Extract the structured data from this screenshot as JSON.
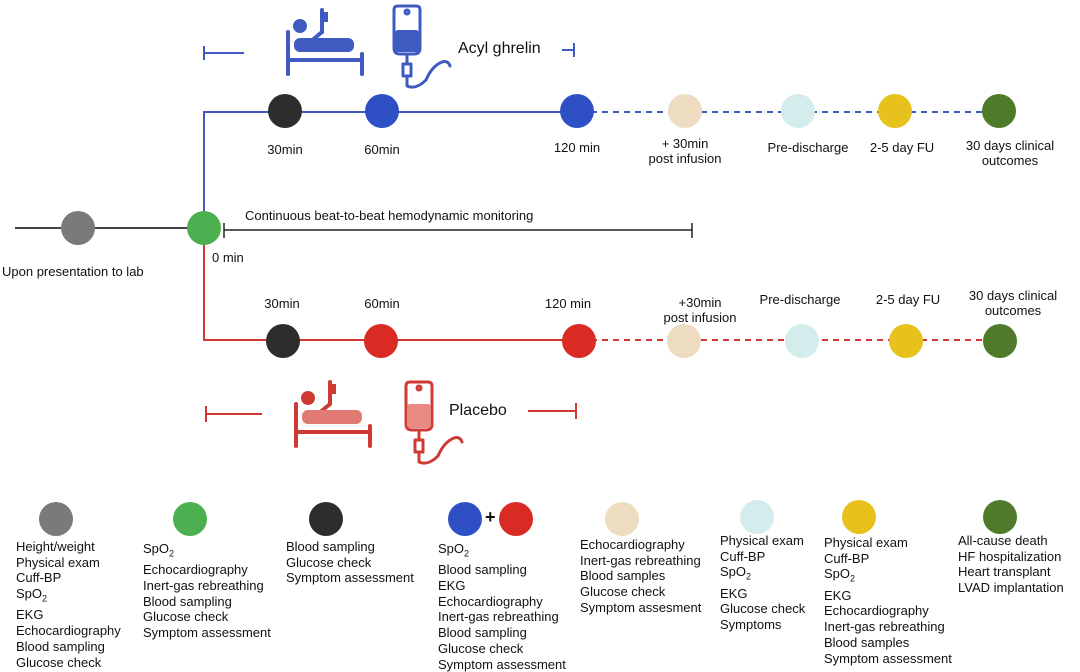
{
  "colors": {
    "gray": "#7a7a7a",
    "green": "#4caf50",
    "black": "#2d2d2d",
    "blue": "#2f4fc4",
    "red": "#d92b23",
    "beige": "#eddcc0",
    "lightblue": "#d4ecec",
    "yellow": "#e7c21c",
    "olive": "#4e7a2a",
    "bluearm": "#3f5bc2",
    "redarm": "#cf3b34"
  },
  "top_arm": {
    "label": "Acyl ghrelin",
    "timepoints": [
      "30min",
      "60min",
      "120 min"
    ],
    "post_infusion": "+ 30min\npost infusion",
    "pre_discharge": "Pre-discharge",
    "fu": "2-5 day FU",
    "outcomes": "30 days clinical\noutcomes"
  },
  "bottom_arm": {
    "label": "Placebo",
    "timepoints": [
      "30min",
      "60min",
      "120 min"
    ],
    "post_infusion": "+30min\npost infusion",
    "pre_discharge": "Pre-discharge",
    "fu": "2-5 day FU",
    "outcomes": "30 days clinical\noutcomes"
  },
  "baseline": {
    "presentation": "Upon presentation to lab",
    "zero": "0 min",
    "monitoring": "Continuous beat-to-beat hemodynamic monitoring"
  },
  "legend": {
    "plus": "+",
    "gray": [
      "Height/weight",
      "Physical exam",
      "Cuff-BP",
      "SpO2",
      "EKG",
      "Echocardiography",
      "Blood sampling",
      "Glucose check"
    ],
    "green": [
      "SpO2",
      "Echocardiography",
      "Inert-gas rebreathing",
      "Blood sampling",
      "Glucose check",
      "Symptom assessment"
    ],
    "black": [
      "Blood sampling",
      "Glucose check",
      "Symptom assessment"
    ],
    "bluered": [
      "SpO2",
      "Blood sampling",
      "EKG",
      "Echocardiography",
      "Inert-gas rebreathing",
      "Blood sampling",
      "Glucose check",
      "Symptom assessment"
    ],
    "beige": [
      "Echocardiography",
      "Inert-gas rebreathing",
      "Blood samples",
      "Glucose check",
      "Symptom assesment"
    ],
    "lightblue": [
      "Physical exam",
      "Cuff-BP",
      "SpO2",
      "EKG",
      "Glucose check",
      "Symptoms"
    ],
    "yellow": [
      "Physical exam",
      "Cuff-BP",
      "SpO2",
      "EKG",
      "Echocardiography",
      "Inert-gas rebreathing",
      "Blood samples",
      "Symptom assessment"
    ],
    "olive": [
      "All-cause death",
      "HF hospitalization",
      "Heart transplant",
      "LVAD  implantation"
    ]
  }
}
